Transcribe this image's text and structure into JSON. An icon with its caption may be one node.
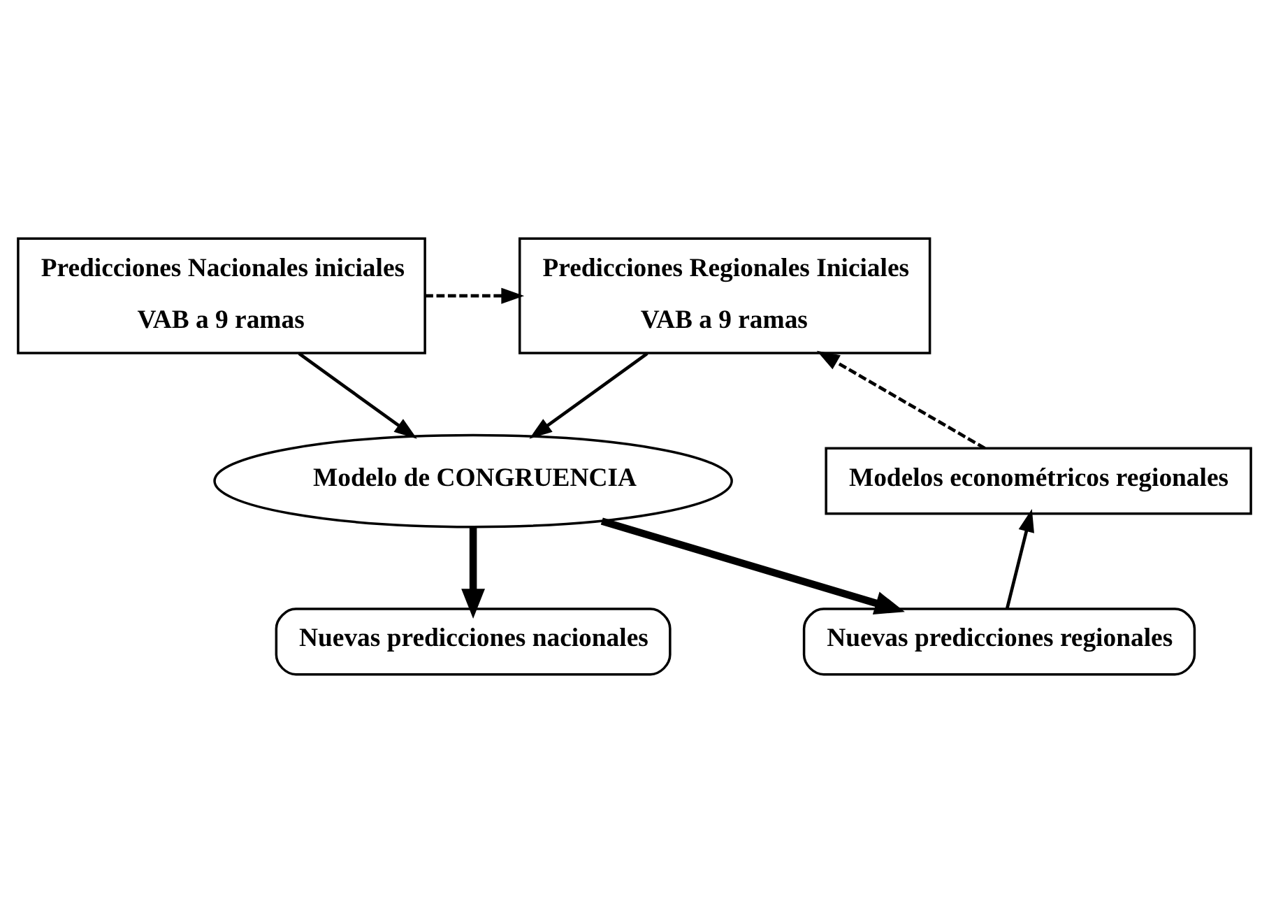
{
  "diagram": {
    "nodes": [
      {
        "text": [
          "Predicciones Nacionales iniciales",
          "VAB a 9 ramas"
        ]
      },
      {
        "text": [
          "Predicciones Regionales Iniciales",
          "VAB a 9 ramas"
        ]
      },
      {
        "text": [
          "Modelo de CONGRUENCIA"
        ]
      },
      {
        "text": [
          "Nuevas predicciones nacionales"
        ]
      },
      {
        "text": [
          "Nuevas predicciones regionales"
        ]
      },
      {
        "text": [
          "Modelos econométricos regionales"
        ]
      }
    ],
    "edges": [
      {
        "from": 0,
        "to": 1,
        "arrow": "to",
        "style": "dashed"
      },
      {
        "from": 0,
        "to": 2,
        "arrow": "to"
      },
      {
        "from": 1,
        "to": 2,
        "arrow": "to"
      },
      {
        "from": 2,
        "to": 3,
        "arrow": "to",
        "style": "thick"
      },
      {
        "from": 2,
        "to": 4,
        "arrow": "to",
        "style": "thick"
      },
      {
        "from": 4,
        "to": 5,
        "arrow": "to"
      },
      {
        "from": 5,
        "to": 1,
        "arrow": "to",
        "style": "dashed"
      }
    ]
  }
}
